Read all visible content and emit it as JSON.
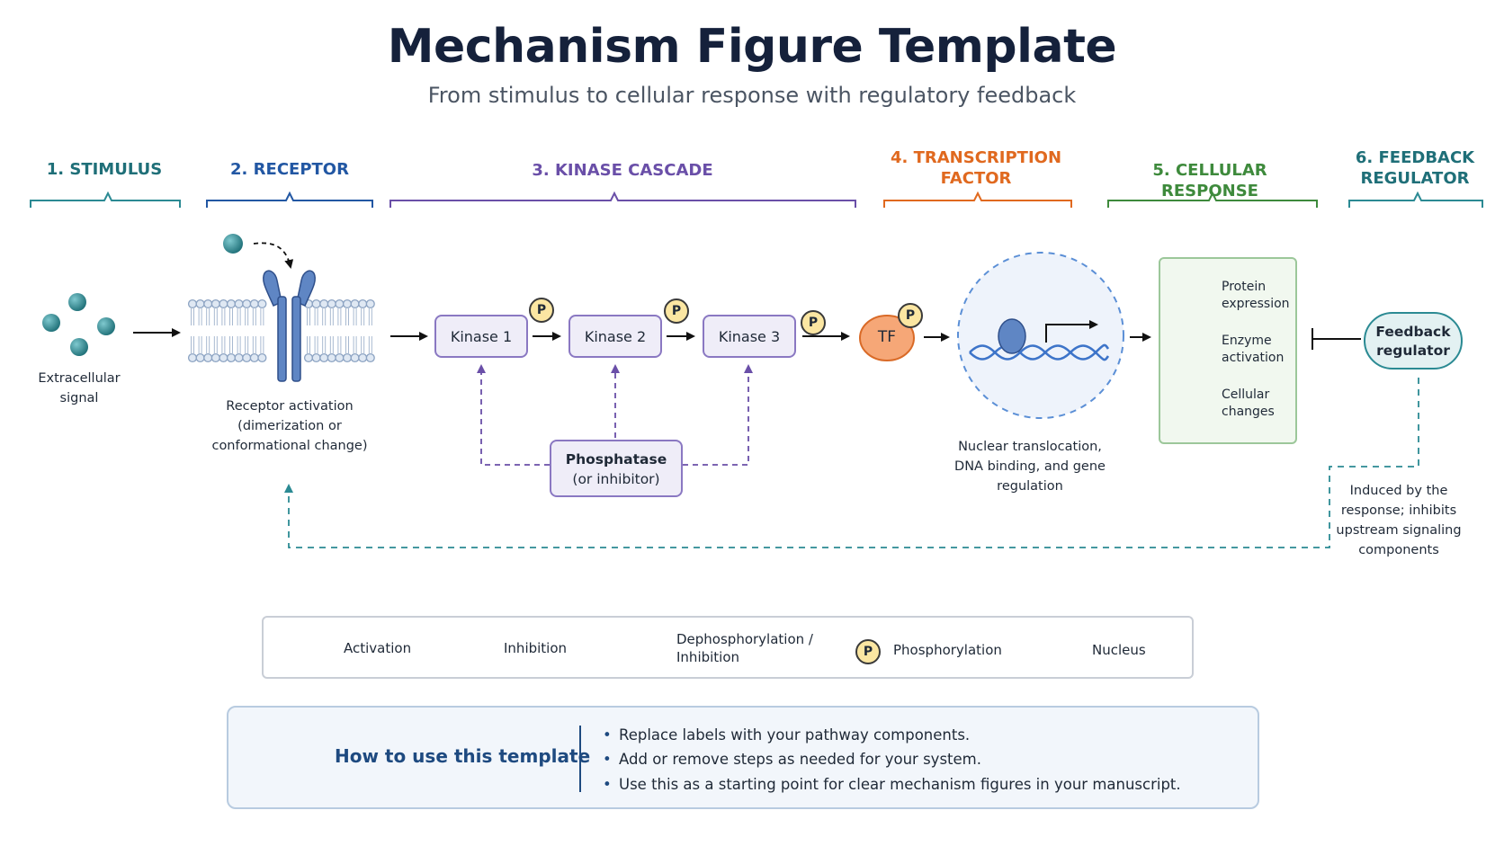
{
  "title": "Mechanism Figure Template",
  "subtitle": "From stimulus to cellular response with regulatory feedback",
  "stages": [
    {
      "label": "1.  STIMULUS",
      "color": "#1f6f78"
    },
    {
      "label": "2.  RECEPTOR",
      "color": "#2257a3"
    },
    {
      "label": "3.  KINASE CASCADE",
      "color": "#6a4fa8"
    },
    {
      "label": "4.  TRANSCRIPTION FACTOR",
      "color": "#e0691f"
    },
    {
      "label": "5.  CELLULAR RESPONSE",
      "color": "#3e8a3c"
    },
    {
      "label": "6.  FEEDBACK REGULATOR",
      "color": "#1f6f78"
    }
  ],
  "stimulus_label": "Extracellular signal",
  "receptor_label": "Receptor activation (dimerization or conformational change)",
  "kinases": [
    "Kinase 1",
    "Kinase 2",
    "Kinase 3"
  ],
  "phospho_badge": "P",
  "phosphatase": {
    "name": "Phosphatase",
    "note": "(or inhibitor)"
  },
  "tf_label": "TF",
  "nucleus_label": "Nuclear translocation, DNA binding, and gene regulation",
  "responses": [
    {
      "label": "Protein expression",
      "icon": "protein-dots-icon"
    },
    {
      "label": "Enzyme activation",
      "icon": "pie-icon"
    },
    {
      "label": "Cellular changes",
      "icon": "cytoskeleton-icon"
    }
  ],
  "feedback_regulator": "Feedback regulator",
  "feedback_note": "Induced by the response; inhibits upstream signaling components",
  "legend": {
    "activation": "Activation",
    "inhibition": "Inhibition",
    "dephosphorylation": "Dephosphorylation / Inhibition",
    "phosphorylation": "Phosphorylation",
    "nucleus": "Nucleus"
  },
  "howto": {
    "title": "How to use this template",
    "tips": [
      "Replace labels with your pathway components.",
      "Add or remove steps as needed for your system.",
      "Use this as a starting point for clear mechanism figures in your manuscript."
    ]
  },
  "colors": {
    "teal": "#2b8a93",
    "blue": "#2257a3",
    "purple": "#6a4fa8",
    "orange": "#e0691f",
    "green": "#3e8a3c",
    "navy": "#15213b"
  }
}
